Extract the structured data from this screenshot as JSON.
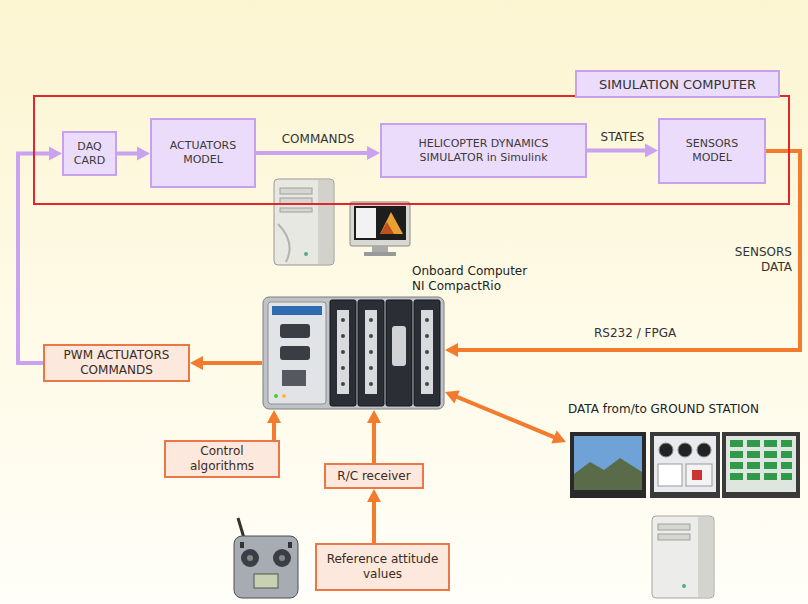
{
  "diagram": {
    "nodes": [
      {
        "text": [
          "SIMULATION COMPUTER"
        ]
      },
      {
        "text": [
          "DAQ CARD"
        ],
        "in": 0
      },
      {
        "text": [
          "ACTUATORS MODEL"
        ],
        "in": 0
      },
      {
        "text": [
          "HELICOPTER DYNAMICS SIMULATOR in Simulink"
        ],
        "in": 0
      },
      {
        "text": [
          "SENSORS MODEL"
        ],
        "in": 0
      },
      {
        "text": [
          "Onboard Computer NI CompactRio"
        ]
      },
      {
        "text": [
          "PWM ACTUATORS COMMANDS"
        ]
      },
      {
        "text": [
          "DATA from/to GROUND STATION"
        ]
      },
      {
        "text": [
          "Control algorithms"
        ]
      },
      {
        "text": [
          "R/C receiver"
        ]
      },
      {
        "text": [
          "Reference attitude values"
        ]
      }
    ],
    "edges": [
      {
        "from": 1,
        "to": 2,
        "arrow": "to"
      },
      {
        "from": 2,
        "to": 3,
        "label": "COMMANDS",
        "arrow": "to"
      },
      {
        "from": 3,
        "to": 4,
        "label": "STATES",
        "arrow": "to"
      },
      {
        "from": 4,
        "to": 5,
        "label": "SENSORS DATA",
        "arrow": "to"
      },
      {
        "from": 5,
        "to": 6,
        "arrow": "to"
      },
      {
        "from": 6,
        "to": 1,
        "arrow": "to"
      },
      {
        "from": 8,
        "to": 5,
        "arrow": "to"
      },
      {
        "from": 9,
        "to": 5,
        "arrow": "to"
      },
      {
        "from": 10,
        "to": 9,
        "arrow": "to"
      },
      {
        "from": 5,
        "to": 7,
        "arrow": "both"
      }
    ],
    "labels": [
      "RS232 / FPGA"
    ]
  }
}
